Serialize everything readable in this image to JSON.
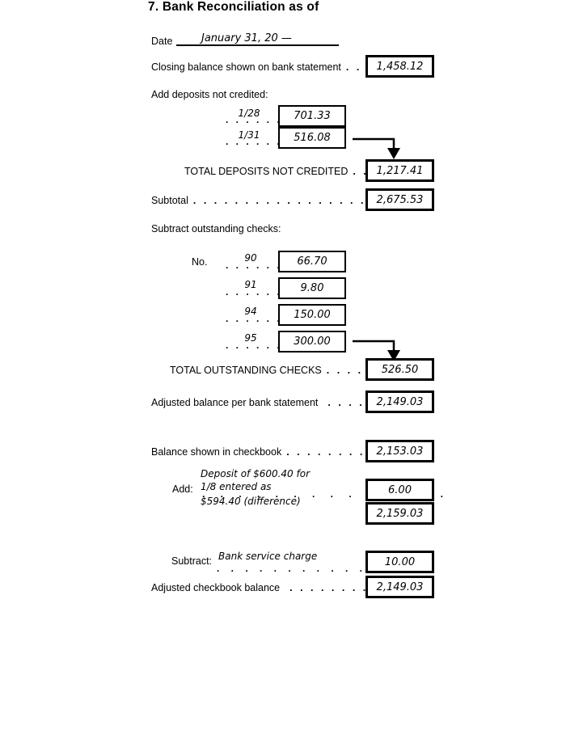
{
  "page": {
    "title": "7. Bank Reconciliation as of",
    "date_label": "Date",
    "date_value": "January 31, 20 —"
  },
  "bank_side": {
    "closing_balance": {
      "label": "Closing balance shown on bank statement",
      "dots": ". .",
      "value": "1,458.12"
    },
    "deposits_heading": "Add deposits not credited:",
    "deposits": [
      {
        "date": "1/28",
        "dots": ". . . . . .",
        "amount": "701.33"
      },
      {
        "date": "1/31",
        "dots": ". . . . . .",
        "amount": "516.08"
      }
    ],
    "total_deposits": {
      "label": "TOTAL DEPOSITS NOT CREDITED",
      "dots": ". .",
      "value": "1,217.41"
    },
    "subtotal": {
      "label": "Subtotal",
      "dots": ". . . . . . . . . . . . . . . . . . . .",
      "value": "2,675.53"
    },
    "checks_heading": "Subtract outstanding checks:",
    "checks_no_label": "No.",
    "checks": [
      {
        "number": "90",
        "dots": ". . . . . . .",
        "amount": "66.70"
      },
      {
        "number": "91",
        "dots": ". . . . . . .",
        "amount": "9.80"
      },
      {
        "number": "94",
        "dots": ". . . . . . .",
        "amount": "150.00"
      },
      {
        "number": "95",
        "dots": ". . . . . . .",
        "amount": "300.00"
      }
    ],
    "total_checks": {
      "label": "TOTAL OUTSTANDING CHECKS",
      "dots": ". . . . .",
      "value": "526.50"
    },
    "adjusted_balance": {
      "label": "Adjusted balance per bank statement",
      "dots": ". . . .",
      "value": "2,149.03"
    }
  },
  "checkbook_side": {
    "balance": {
      "label": "Balance shown in checkbook",
      "dots": ". . . . . . . . .",
      "value": "2,153.03"
    },
    "add_adjustment": {
      "label": "Add:",
      "note_line1": "Deposit of $600.40 for",
      "note_line2": "1/8 entered as",
      "note_line3": "$594.40 (difference)",
      "dots": ". . . . . . . . . . . . . .",
      "value": "6.00",
      "result_value": "2,159.03"
    },
    "subtract_adjustment": {
      "label": "Subtract:",
      "note": "Bank service charge",
      "dots": ". . . . . . . . . . . . . .",
      "value": "10.00"
    },
    "adjusted_balance": {
      "label": "Adjusted checkbook balance",
      "dots": ". . . . . . . . .",
      "value": "2,149.03"
    }
  }
}
